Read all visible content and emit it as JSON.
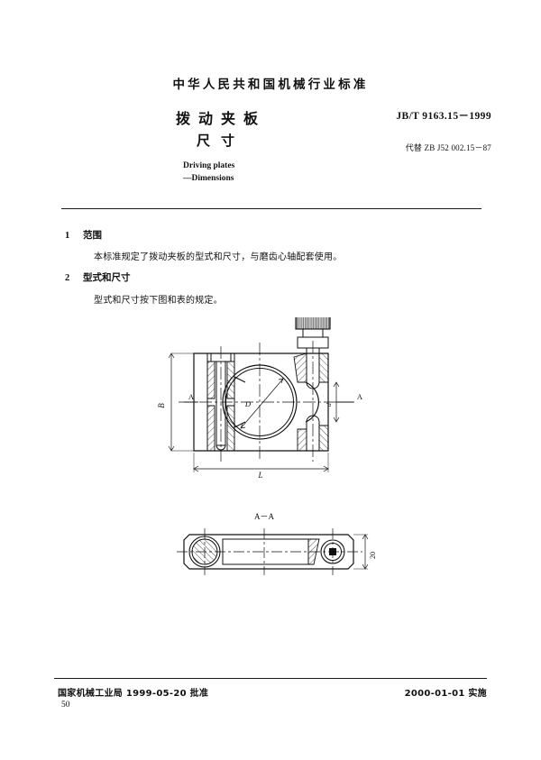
{
  "document": {
    "standard_org_line": "中华人民共和国机械行业标准",
    "title_main": "拨动夹板",
    "title_sub": "尺寸",
    "title_en_line1": "Driving plates",
    "title_en_line2": "—Dimensions",
    "standard_number": "JB/T  9163.15－1999",
    "replaces": "代替 ZB J52 002.15－87"
  },
  "sections": [
    {
      "number": "1",
      "heading": "范围",
      "paragraph": "本标准规定了拨动夹板的型式和尺寸，与磨齿心轴配套使用。"
    },
    {
      "number": "2",
      "heading": "型式和尺寸",
      "paragraph": "型式和尺寸按下图和表的规定。"
    }
  ],
  "figures": {
    "main_view": {
      "labels": {
        "dim_height": "B",
        "dim_length": "L",
        "dim_bore": "D",
        "dim_right": "d",
        "section_left": "A",
        "section_right": "A"
      }
    },
    "section_view": {
      "title": "A－A",
      "labels": {
        "dim_thickness": "20"
      }
    }
  },
  "footer": {
    "left": "国家机械工业局  1999-05-20  批准",
    "right": "2000-01-01  实施",
    "page_number": "50"
  }
}
